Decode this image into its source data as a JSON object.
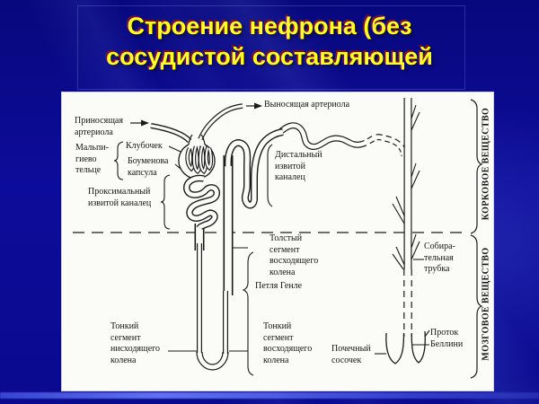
{
  "slide": {
    "title": [
      "Строение нефрона (без",
      "сосудистой составляющей"
    ],
    "colors": {
      "background": "#0a0a8f",
      "title_text": "#ffff2e",
      "title_shadow": "#7a1212",
      "panel": "#fbfbf7",
      "ink": "#1a1a1a"
    }
  },
  "diagram": {
    "labels": {
      "afferent_arteriole": [
        "Приносящая",
        "артериола"
      ],
      "malpighian_corpuscle": [
        "Мальпи-",
        "гиево",
        "тельце"
      ],
      "glomerulus": [
        "Клубочек"
      ],
      "bowman_capsule": [
        "Боуменова",
        "капсула"
      ],
      "proximal_tubule": [
        "Проксимальный",
        "извитой каналец"
      ],
      "efferent_arteriole": [
        "Выносящая артериола"
      ],
      "distal_tubule": [
        "Дистальный",
        "извитой",
        "каналец"
      ],
      "thick_ascending_segment": [
        "Толстый",
        "сегмент",
        "восходящего",
        "колена"
      ],
      "henle_loop": [
        "Петля Генле"
      ],
      "thin_descending_segment": [
        "Тонкий",
        "сегмент",
        "нисходящего",
        "колена"
      ],
      "thin_ascending_segment": [
        "Тонкий",
        "сегмент",
        "восходящего",
        "колена"
      ],
      "collecting_duct": [
        "Собира-",
        "тельная",
        "трубка"
      ],
      "bellini_duct": [
        "Проток",
        "Беллини"
      ],
      "renal_papilla": [
        "Почечный",
        "сосочек"
      ],
      "cortex_zone": "КОРКОВОЕ ВЕЩЕСТВО",
      "medulla_zone": "МОЗГОВОЕ ВЕЩЕСТВО"
    }
  }
}
